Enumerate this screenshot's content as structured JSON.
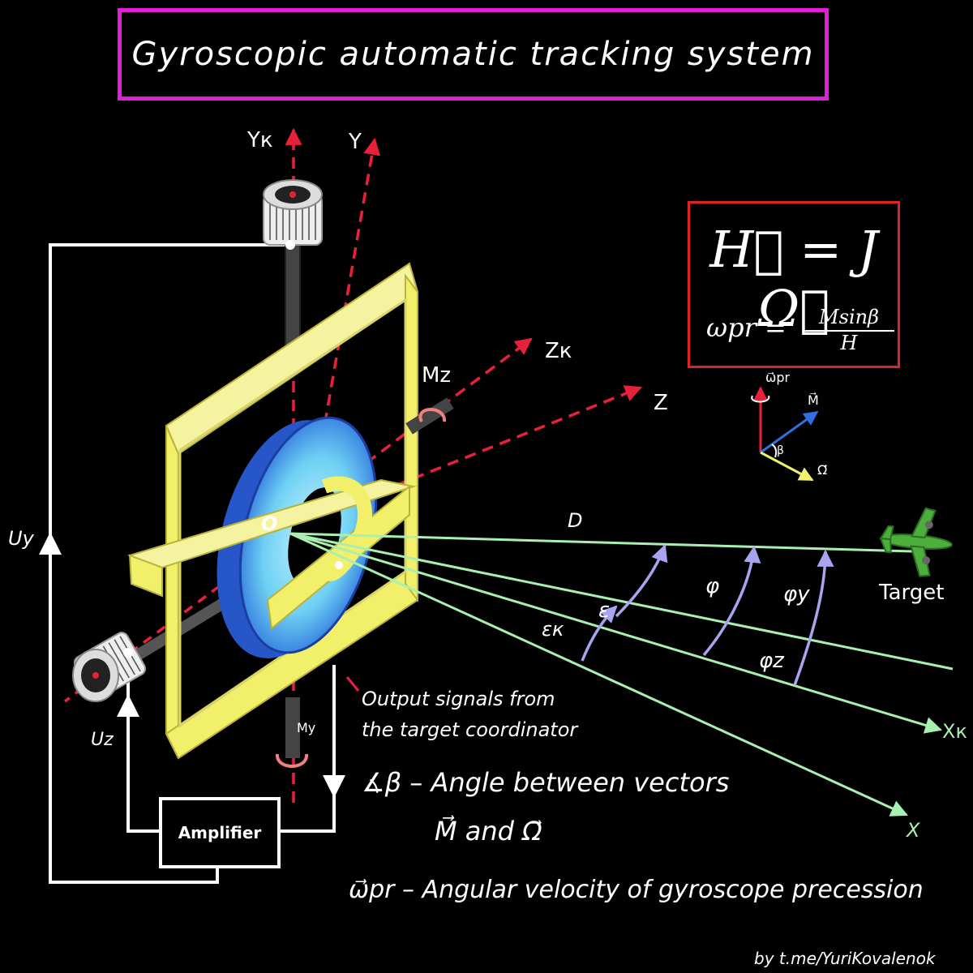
{
  "title": "Gyroscopic automatic tracking system",
  "formula": {
    "momentum": "H⃗ = J Ω⃗",
    "precession_lhs": "ωpr =",
    "precession_num": "Msinβ",
    "precession_den": "H"
  },
  "axes": {
    "yk": "Yк",
    "y": "Y",
    "zk": "Zк",
    "z": "Z",
    "xk": "Xк",
    "x": "X",
    "origin": "O",
    "distance": "D"
  },
  "moments": {
    "mz": "Mz",
    "my": "My"
  },
  "angles": {
    "eps_k": "εк",
    "eps": "ε",
    "phi": "φ",
    "phi_y": "φy",
    "phi_z": "φz"
  },
  "vector_legend": {
    "omega": "ω⃗pr",
    "m": "M⃗",
    "beta": "β",
    "big_omega": "Ω⃗"
  },
  "signals": {
    "uy": "Uy",
    "uz": "Uz"
  },
  "amplifier": "Amplifier",
  "target_label": "Target",
  "notes": {
    "output_line1": "Output signals from",
    "output_line2": "the target coordinator",
    "beta_line1": "∡β – Angle between vectors",
    "beta_line2": "M⃗ and Ω⃗",
    "omega_note": "ω⃗pr – Angular velocity of gyroscope precession"
  },
  "credit": "by t.me/YuriKovalenok",
  "colors": {
    "title_border": "#e21fd6",
    "formula_border": "#e02424",
    "frame": "#f2f06a",
    "rotor": "#2f6fe0",
    "rotor_light": "#7fd8f5",
    "axis_red": "#e8213a",
    "sight_green": "#a8f0b0",
    "angle_arrow": "#a9a4ef",
    "target_green": "#4caf3c"
  },
  "icons": {
    "target": "airplane-icon",
    "moment": "curved-arrow-icon"
  }
}
